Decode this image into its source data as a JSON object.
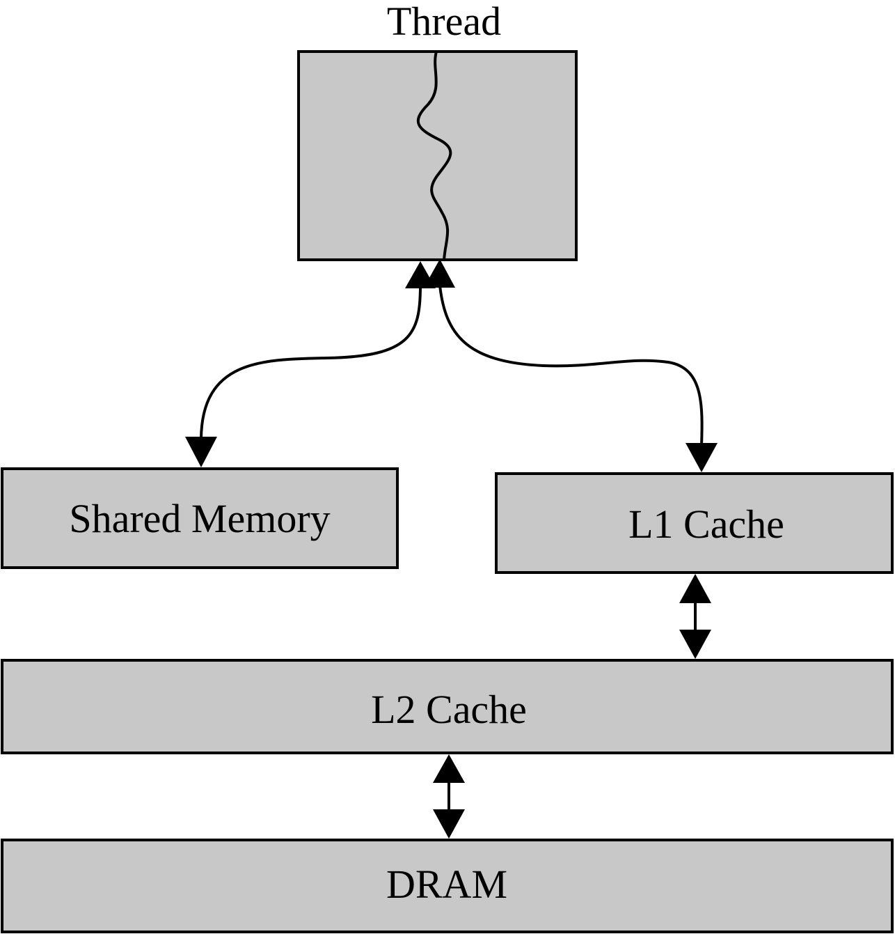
{
  "diagram": {
    "colors": {
      "box_fill": "#c8c8c8",
      "stroke": "#000000",
      "background": "#ffffff"
    },
    "nodes": {
      "thread": {
        "label": "Thread",
        "icon": "thread-squiggle-icon"
      },
      "shared_memory": {
        "label": "Shared Memory"
      },
      "l1_cache": {
        "label": "L1 Cache"
      },
      "l2_cache": {
        "label": "L2 Cache"
      },
      "dram": {
        "label": "DRAM"
      }
    },
    "edges": [
      {
        "from": "thread",
        "to": "shared_memory",
        "direction": "bidirectional"
      },
      {
        "from": "thread",
        "to": "l1_cache",
        "direction": "bidirectional"
      },
      {
        "from": "l1_cache",
        "to": "l2_cache",
        "direction": "bidirectional"
      },
      {
        "from": "l2_cache",
        "to": "dram",
        "direction": "bidirectional"
      }
    ]
  }
}
